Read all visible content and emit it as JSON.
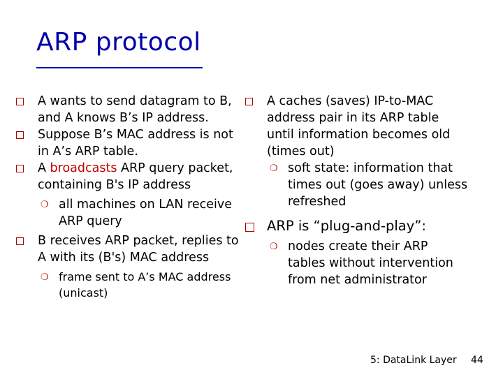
{
  "title": "ARP protocol",
  "colors": {
    "title": "#0000a8",
    "bullet": "#b00000",
    "highlight": "#c00000"
  },
  "left": {
    "b1": "A wants to send datagram to B, and A knows B’s IP address.",
    "b2": "Suppose B’s MAC address is not in A’s ARP table.",
    "b3_pre": "A ",
    "b3_hl": "broadcasts",
    "b3_post": " ARP query packet, containing B's IP address",
    "b3_sub": "all machines on LAN receive ARP query",
    "b4": "B receives ARP packet, replies to A with its (B's) MAC address",
    "b4_sub": "frame sent to A’s MAC address (unicast)"
  },
  "right": {
    "b1": "A caches (saves) IP-to-MAC address pair in its ARP table until information becomes old (times out)",
    "b1_sub": "soft state: information that times out (goes away) unless refreshed",
    "b2": "ARP is “plug-and-play”:",
    "b2_sub": "nodes create their ARP tables without intervention from net administrator"
  },
  "footer": {
    "chapter": "5: DataLink Layer",
    "page": "44"
  },
  "icons": {
    "bullet": "square-bullet-icon",
    "sub_bullet": "sub-bullet-icon"
  }
}
